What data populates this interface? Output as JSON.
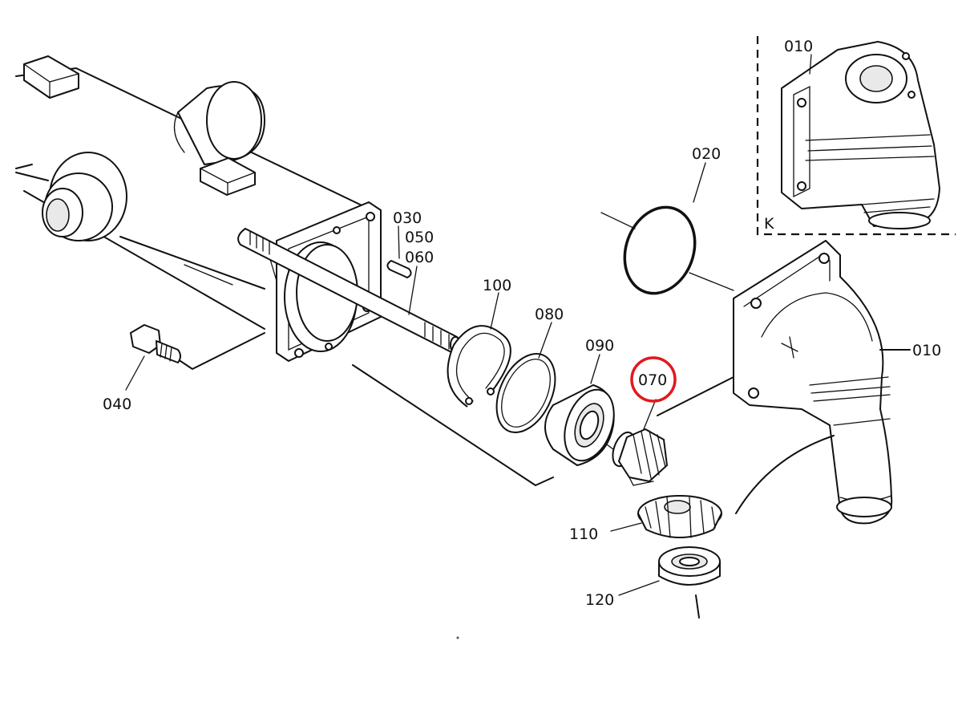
{
  "diagram": {
    "labels": {
      "p010_inset": "010",
      "p010_main": "010",
      "p020": "020",
      "p030": "030",
      "p050": "050",
      "p060": "060",
      "p100": "100",
      "p080": "080",
      "p090": "090",
      "p070": "070",
      "p040": "040",
      "p110": "110",
      "p120": "120",
      "view_k": "K"
    },
    "highlight": {
      "label": "070",
      "color": "#e0191e"
    },
    "colors": {
      "line": "#111111",
      "background": "#ffffff",
      "shade": "#e9e9e9"
    }
  }
}
